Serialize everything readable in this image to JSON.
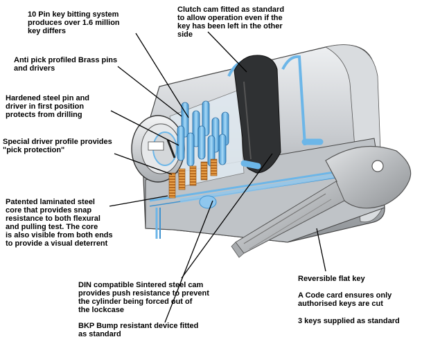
{
  "callouts": {
    "key_bitting": "10 Pin key bitting system\nproduces over 1.6 million\nkey differs",
    "clutch_cam": "Clutch cam fitted as standard\nto allow operation even if the\nkey has been left in the other\nside",
    "anti_pick": "Anti pick profiled Brass pins\nand drivers",
    "hardened_pin": "Hardened steel pin and\ndriver in first position\nprotects from drilling",
    "special_driver": "Special driver profile provides\n\"pick protection\"",
    "laminated_core": "Patented laminated steel\ncore that provides snap\nresistance to both flexural\nand pulling test. The core\nis also visible from both ends\nto provide a visual deterrent",
    "din_cam": "DIN compatible Sintered steel cam\nprovides push resistance to prevent\nthe cylinder being forced out of\nthe lockcase",
    "bkp": "BKP Bump resistant device fitted\nas standard",
    "flat_key": "Reversible flat key",
    "code_card": "A Code card ensures only\nauthorised keys are cut",
    "keys_supplied": "3 keys supplied as standard"
  },
  "colors": {
    "cylinder_body": "#c9ccd0",
    "pin_blue": "#6cb6e8",
    "spring_orange": "#e8a04a",
    "cam_dark": "#2f3133",
    "key_silver": "#b7babd",
    "outline": "#333333"
  }
}
